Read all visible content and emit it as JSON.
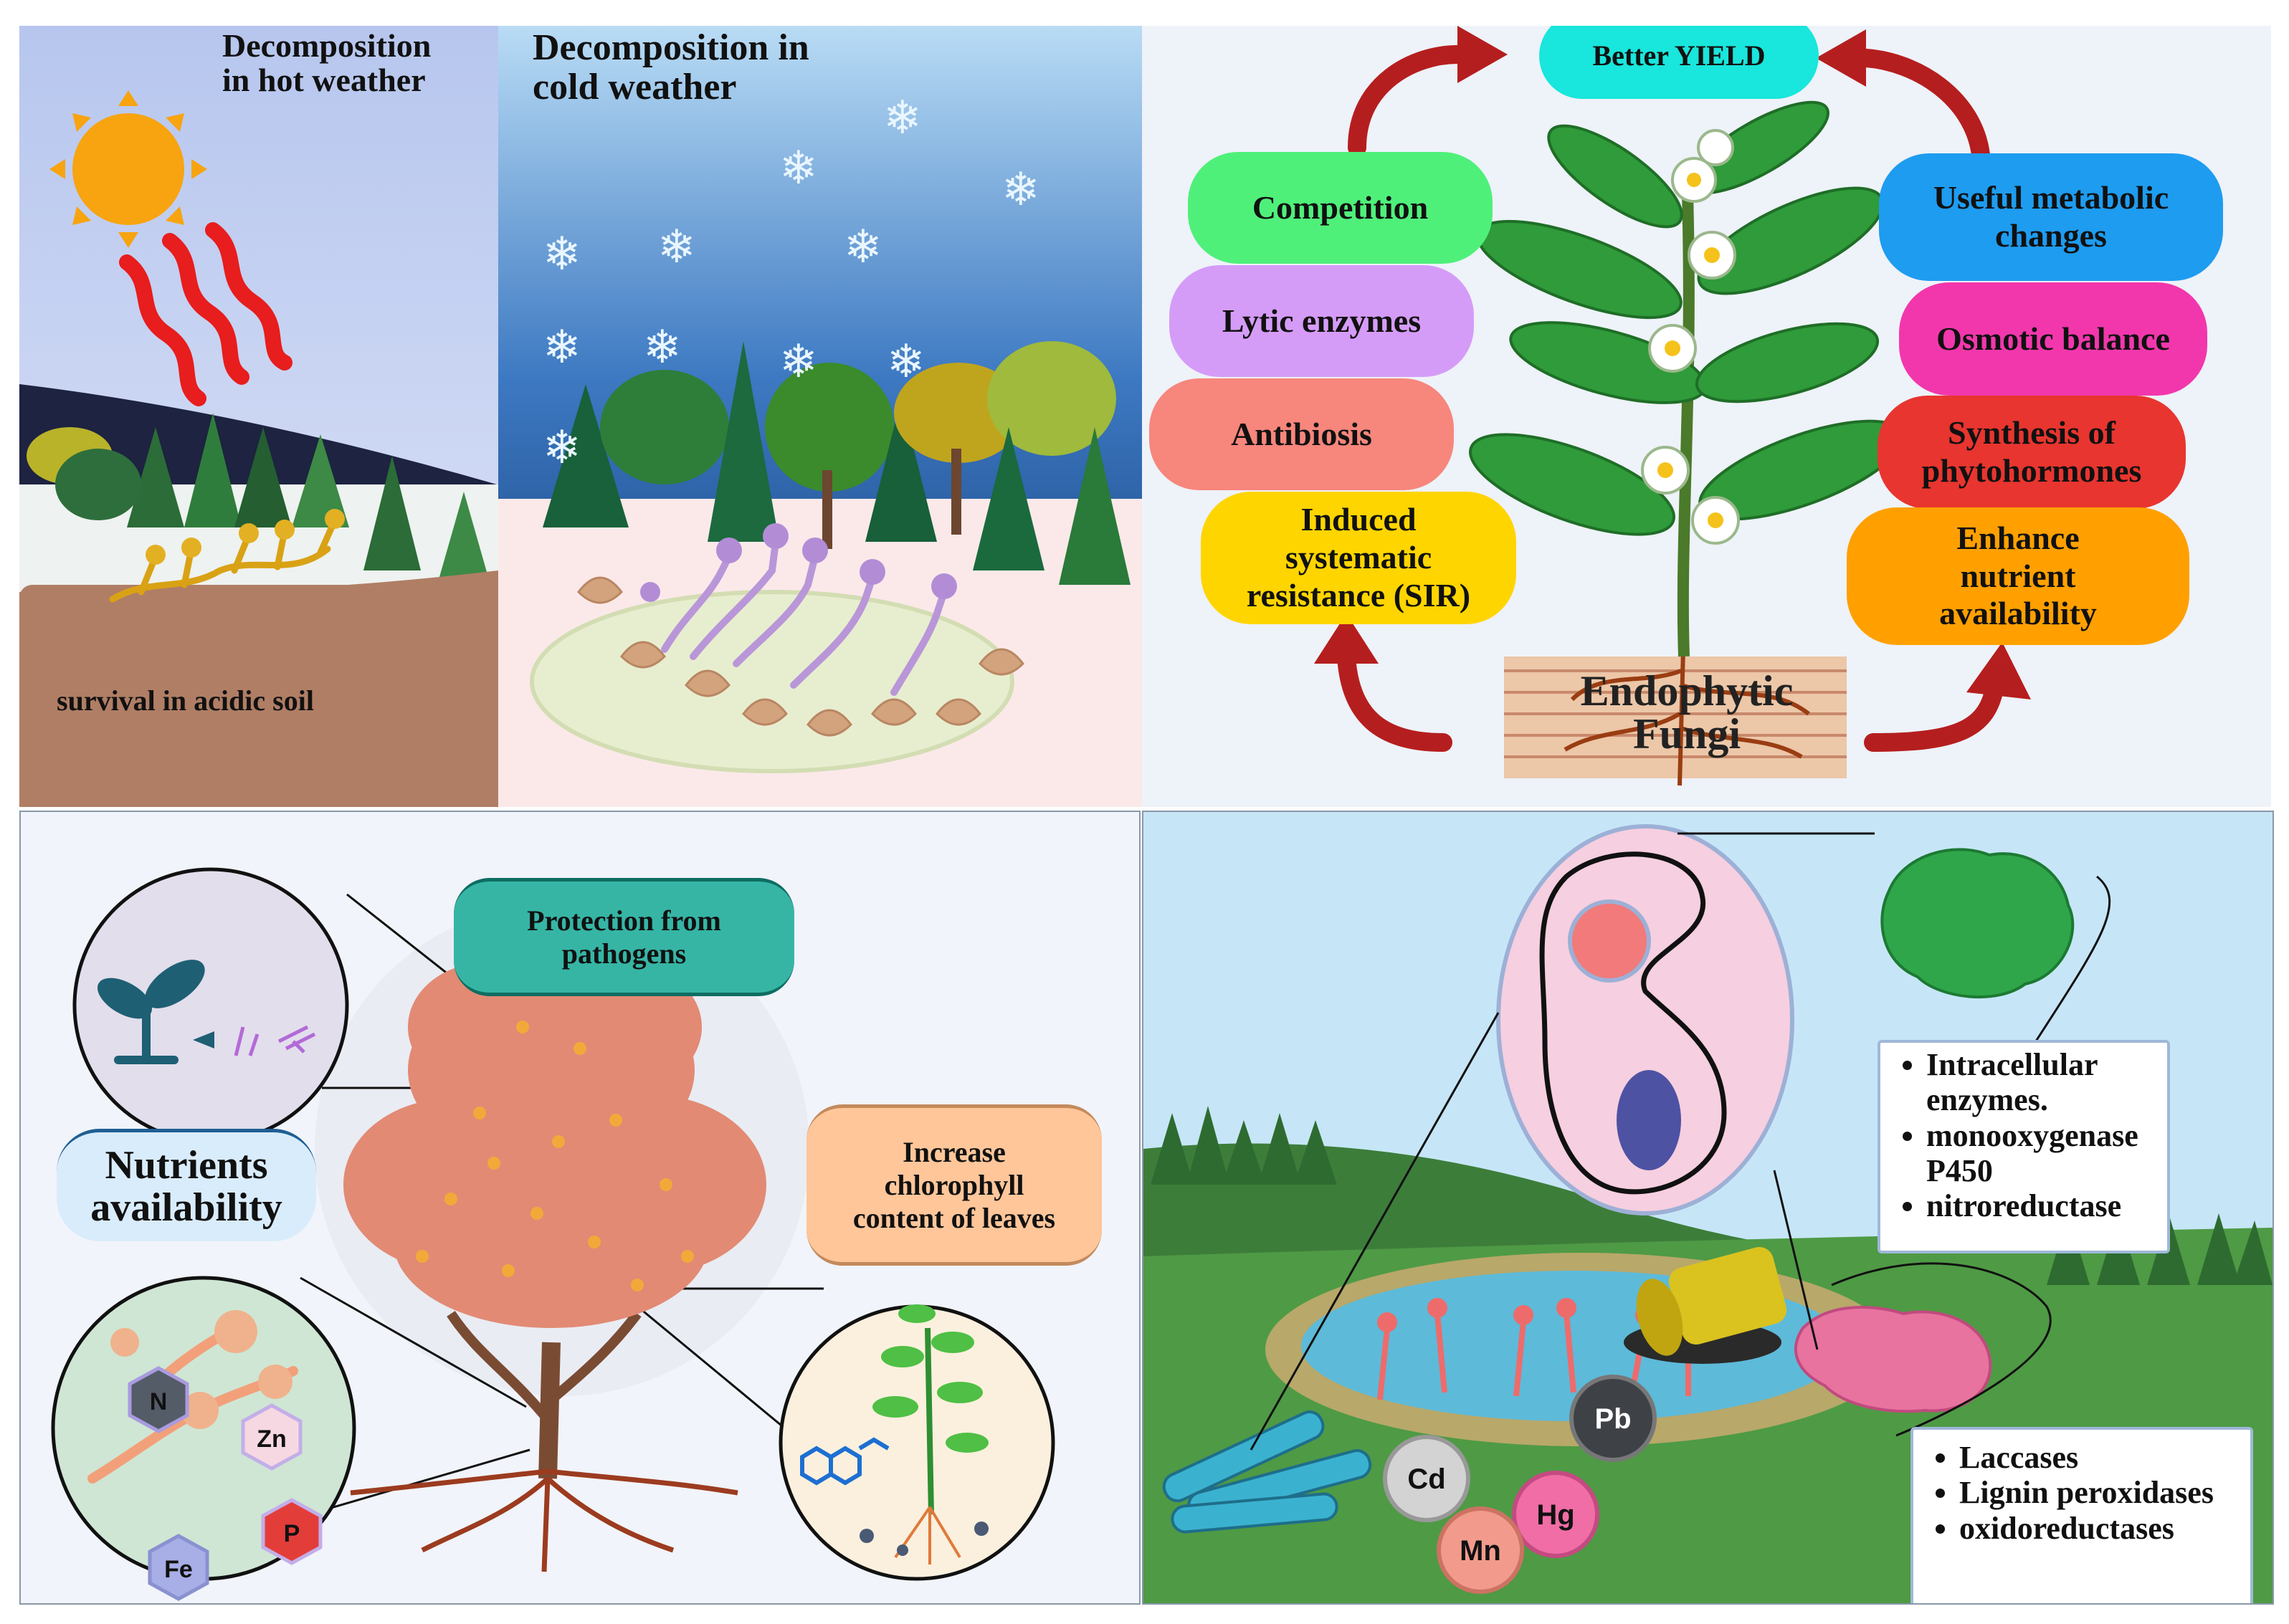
{
  "panel_top_left": {
    "hot_title": "Decomposition in hot weather",
    "hot_title_line1": "Decomposition",
    "hot_title_line2": "in hot weather",
    "cold_title_line1": "Decomposition in",
    "cold_title_line2": "cold weather",
    "soil_caption": "survival in acidic soil"
  },
  "panel_top_right": {
    "top_label": "Better YIELD",
    "center_label_line1": "Endophytic",
    "center_label_line2": "Fungi",
    "left_items": [
      {
        "label": "Competition",
        "color": "#4ff07a"
      },
      {
        "label": "Lytic enzymes",
        "color": "#d59cf7"
      },
      {
        "label": "Antibiosis",
        "color": "#f7867c"
      },
      {
        "label_lines": [
          "Induced",
          "systematic",
          "resistance (SIR)"
        ],
        "color": "#ffd500"
      }
    ],
    "right_items": [
      {
        "label_lines": [
          "Useful metabolic",
          "changes"
        ],
        "color": "#1e9cf0"
      },
      {
        "label": "Osmotic balance",
        "color": "#f237ad"
      },
      {
        "label_lines": [
          "Synthesis of",
          "phytohormones"
        ],
        "color": "#e8352f"
      },
      {
        "label_lines": [
          "Enhance",
          "nutrient",
          "availability"
        ],
        "color": "#ffa000"
      }
    ]
  },
  "panel_bottom_left": {
    "protection_label_lines": [
      "Protection from",
      "pathogens"
    ],
    "chlorophyll_label_lines": [
      "Increase",
      "chlorophyll",
      "content of leaves"
    ],
    "nutrients_label_lines": [
      "Nutrients",
      "availability"
    ],
    "nutrient_symbols": [
      "N",
      "Zn",
      "P",
      "Fe"
    ]
  },
  "panel_bottom_right": {
    "intracellular_items": [
      "Intracellular enzymes.",
      "monooxygenase P450",
      "nitroreductase"
    ],
    "extracellular_items": [
      "Laccases",
      "Lignin peroxidases",
      "oxidoreductases"
    ],
    "metals": [
      "Pb",
      "Cd",
      "Hg",
      "Mn"
    ]
  },
  "colors": {
    "pill_better_yield": "#19e6dc",
    "arrow_red": "#b51e1e",
    "protection_box": "#36b5a5",
    "chlorophyll_box": "#ffc69a",
    "nutrients_box": "#d9ecfb"
  }
}
